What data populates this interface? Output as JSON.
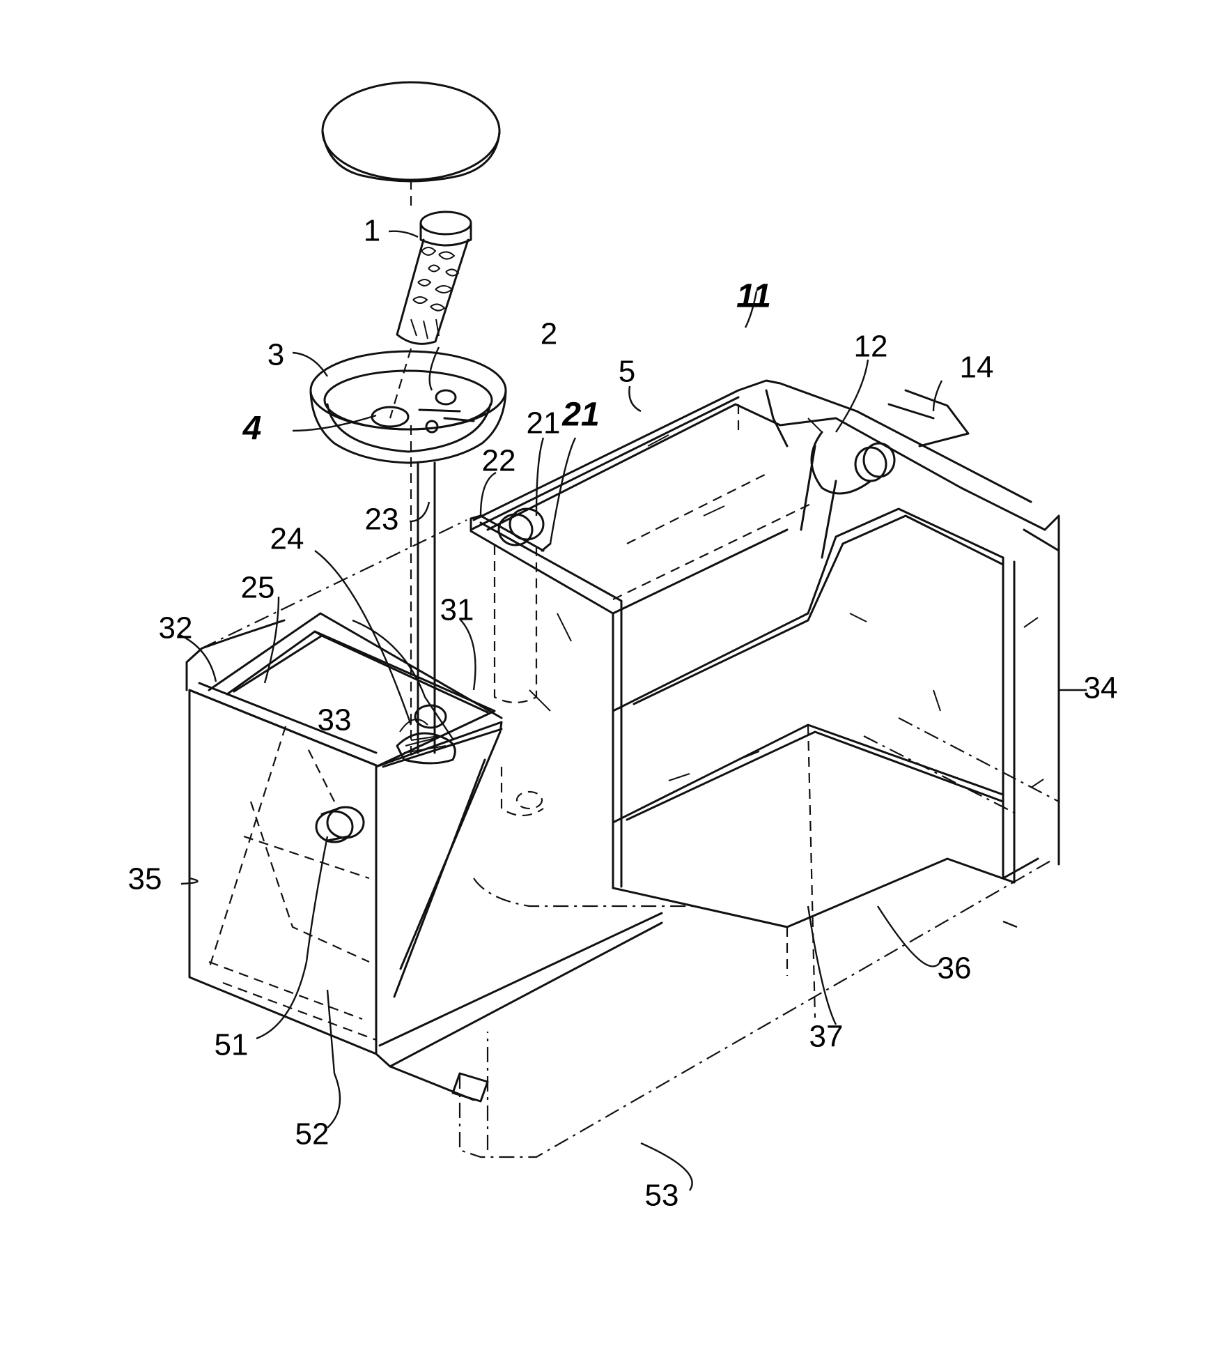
{
  "figure": {
    "labels": [
      {
        "id": "1",
        "text": "1"
      },
      {
        "id": "2",
        "text": "2"
      },
      {
        "id": "3",
        "text": "3"
      },
      {
        "id": "4",
        "text": "4"
      },
      {
        "id": "5",
        "text": "5"
      },
      {
        "id": "11",
        "text": "11"
      },
      {
        "id": "12",
        "text": "12"
      },
      {
        "id": "14",
        "text": "14"
      },
      {
        "id": "21-top",
        "text": "21"
      },
      {
        "id": "21-bottom",
        "text": "21"
      },
      {
        "id": "22",
        "text": "22"
      },
      {
        "id": "23",
        "text": "23"
      },
      {
        "id": "24",
        "text": "24"
      },
      {
        "id": "25",
        "text": "25"
      },
      {
        "id": "31",
        "text": "31"
      },
      {
        "id": "32",
        "text": "32"
      },
      {
        "id": "33",
        "text": "33"
      },
      {
        "id": "34",
        "text": "34"
      },
      {
        "id": "35",
        "text": "35"
      },
      {
        "id": "36",
        "text": "36"
      },
      {
        "id": "37",
        "text": "37"
      },
      {
        "id": "51",
        "text": "51"
      },
      {
        "id": "52",
        "text": "52"
      },
      {
        "id": "53",
        "text": "53"
      }
    ]
  }
}
